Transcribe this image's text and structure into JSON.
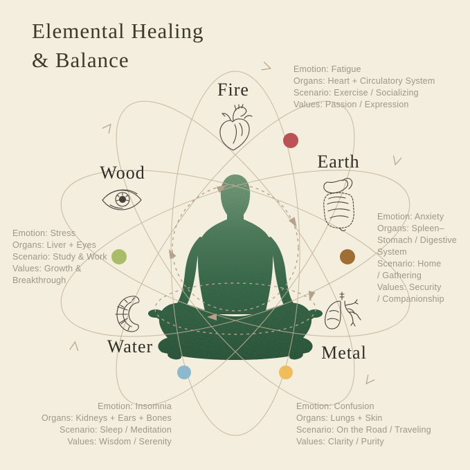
{
  "title": {
    "line1": "Elemental Healing",
    "line2": "& Balance"
  },
  "colors": {
    "background": "#f3eedd",
    "orbit_line": "#c4b29a",
    "dashed_line": "#b5a28c",
    "body_text": "#9d978b",
    "label_text": "#2f2d26"
  },
  "elements": {
    "fire": {
      "label": "Fire",
      "icon": "heart-icon",
      "dot_color": "#bb5356",
      "lines": [
        "Emotion: Fatigue",
        "Organs: Heart + Circulatory System",
        "Scenario: Exercise / Socializing",
        "Values: Passion / Expression"
      ]
    },
    "wood": {
      "label": "Wood",
      "icon": "eye-icon",
      "dot_color": "#a9bd68",
      "lines": [
        "Emotion: Stress",
        "Organs: Liver + Eyes",
        "Scenario: Study & Work",
        "Values: Growth &",
        "Breakthrough"
      ]
    },
    "earth": {
      "label": "Earth",
      "icon": "digestive-icon",
      "dot_color": "#a06d34",
      "lines": [
        "Emotion: Anxiety",
        "Organs: Spleen–",
        "Stomach / Digestive",
        "System",
        "Scenario: Home",
        "/ Gathering",
        "Values: Security",
        "/ Companionship"
      ]
    },
    "water": {
      "label": "Water",
      "icon": "kidney-icon",
      "dot_color": "#8db9cc",
      "lines": [
        "Emotion: Insomnia",
        "Organs: Kidneys + Ears + Bones",
        "Scenario: Sleep / Meditation",
        "Values: Wisdom / Serenity"
      ]
    },
    "metal": {
      "label": "Metal",
      "icon": "lungs-icon",
      "dot_color": "#f0bd5c",
      "lines": [
        "Emotion: Confusion",
        "Organs: Lungs + Skin",
        "Scenario: On the Road / Traveling",
        "Values: Clarity / Purity"
      ]
    }
  },
  "figure": {
    "name": "meditating-person"
  }
}
